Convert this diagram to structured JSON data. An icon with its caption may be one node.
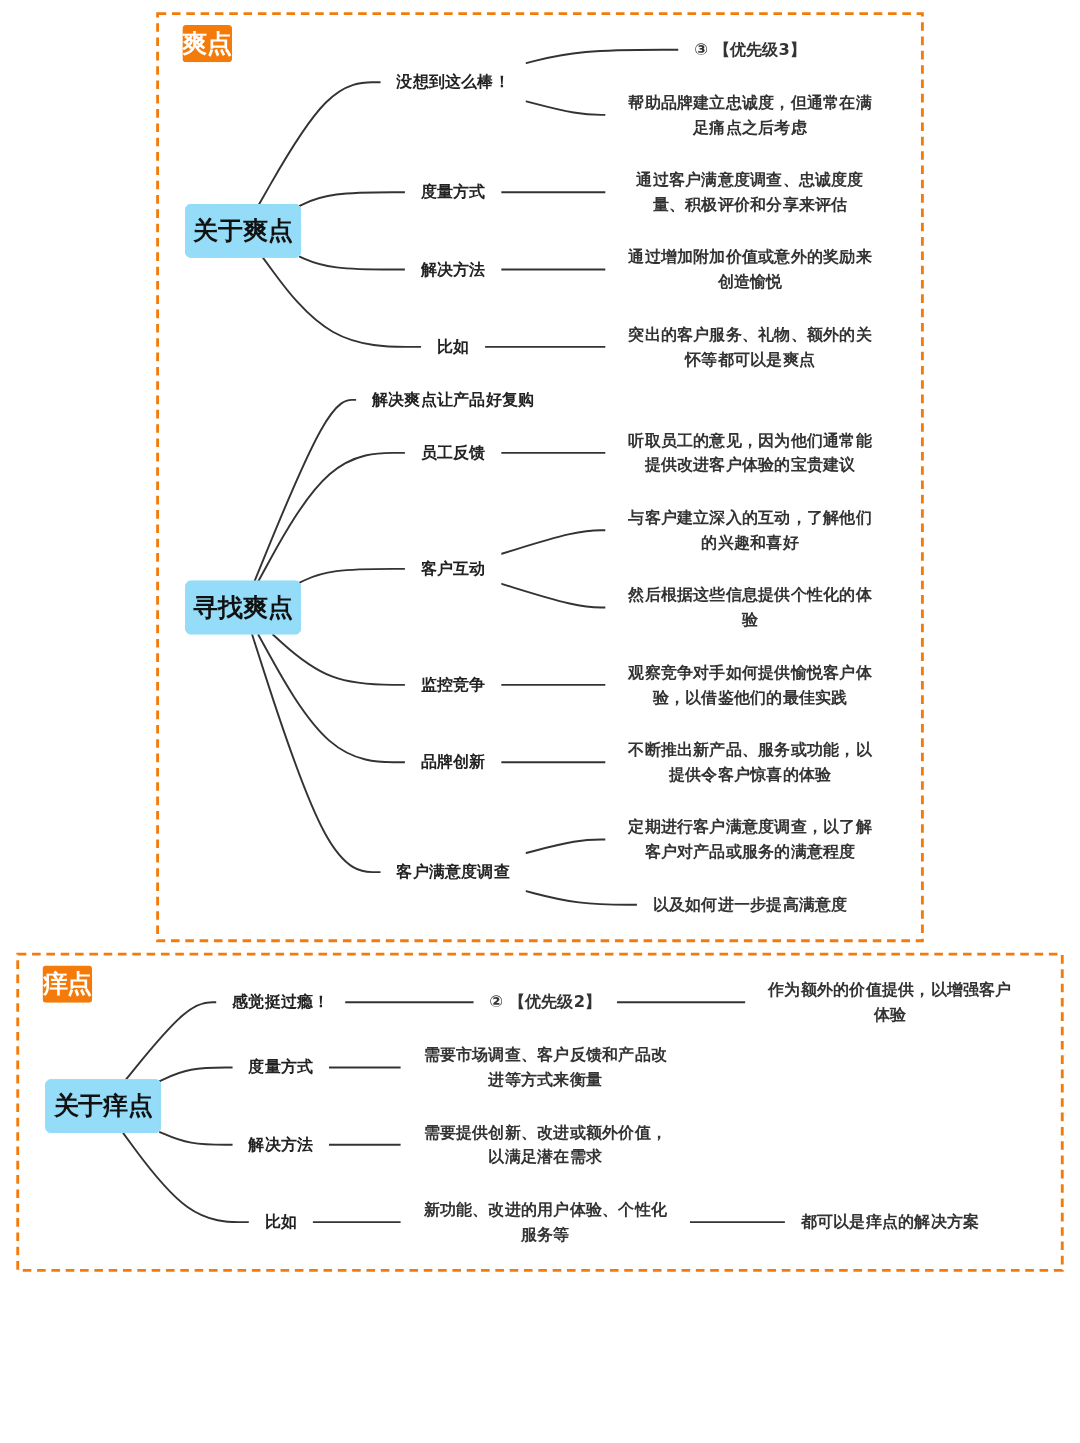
{
  "diagram": {
    "nodes": [
      {
        "text": [
          "爽点"
        ]
      },
      {
        "text": [
          "关于爽点"
        ],
        "in": 0
      },
      {
        "text": [
          "没想到这么棒！"
        ],
        "in": 0
      },
      {
        "text": [
          "③ 【优先级3】"
        ],
        "in": 0
      },
      {
        "text": [
          "帮助品牌建立忠诚度，但通常在满足痛点之后考虑"
        ],
        "in": 0
      },
      {
        "text": [
          "度量方式"
        ],
        "in": 0
      },
      {
        "text": [
          "通过客户满意度调查、忠诚度度量、积极评价和分享来评估"
        ],
        "in": 0
      },
      {
        "text": [
          "解决方法"
        ],
        "in": 0
      },
      {
        "text": [
          "通过增加附加价值或意外的奖励来创造愉悦"
        ],
        "in": 0
      },
      {
        "text": [
          "比如"
        ],
        "in": 0
      },
      {
        "text": [
          "突出的客户服务、礼物、额外的关怀等都可以是爽点"
        ],
        "in": 0
      },
      {
        "text": [
          "寻找爽点"
        ],
        "in": 0
      },
      {
        "text": [
          "解决爽点让产品好复购"
        ],
        "in": 0
      },
      {
        "text": [
          "员工反馈"
        ],
        "in": 0
      },
      {
        "text": [
          "听取员工的意见，因为他们通常能提供改进客户体验的宝贵建议"
        ],
        "in": 0
      },
      {
        "text": [
          "客户互动"
        ],
        "in": 0
      },
      {
        "text": [
          "与客户建立深入的互动，了解他们的兴趣和喜好"
        ],
        "in": 0
      },
      {
        "text": [
          "然后根据这些信息提供个性化的体验"
        ],
        "in": 0
      },
      {
        "text": [
          "监控竞争"
        ],
        "in": 0
      },
      {
        "text": [
          "观察竞争对手如何提供愉悦客户体验，以借鉴他们的最佳实践"
        ],
        "in": 0
      },
      {
        "text": [
          "品牌创新"
        ],
        "in": 0
      },
      {
        "text": [
          "不断推出新产品、服务或功能，以提供令客户惊喜的体验"
        ],
        "in": 0
      },
      {
        "text": [
          "客户满意度调查"
        ],
        "in": 0
      },
      {
        "text": [
          "定期进行客户满意度调查，以了解客户对产品或服务的满意程度"
        ],
        "in": 0
      },
      {
        "text": [
          "以及如何进一步提高满意度"
        ],
        "in": 0
      },
      {
        "text": [
          "痒点"
        ]
      },
      {
        "text": [
          "关于痒点"
        ],
        "in": 25
      },
      {
        "text": [
          "感觉挺过瘾！"
        ],
        "in": 25
      },
      {
        "text": [
          "② 【优先级2】"
        ],
        "in": 25
      },
      {
        "text": [
          "作为额外的价值提供，以增强客户体验"
        ],
        "in": 25
      },
      {
        "text": [
          "度量方式"
        ],
        "in": 25
      },
      {
        "text": [
          "需要市场调查、客户反馈和产品改进等方式来衡量"
        ],
        "in": 25
      },
      {
        "text": [
          "解决方法"
        ],
        "in": 25
      },
      {
        "text": [
          "需要提供创新、改进或额外价值，以满足潜在需求"
        ],
        "in": 25
      },
      {
        "text": [
          "比如"
        ],
        "in": 25
      },
      {
        "text": [
          "新功能、改进的用户体验、个性化服务等"
        ],
        "in": 25
      },
      {
        "text": [
          "都可以是痒点的解决方案"
        ],
        "in": 25
      }
    ],
    "edges": [
      {
        "from": 1,
        "to": 2,
        "arrow": "none"
      },
      {
        "from": 2,
        "to": 3,
        "arrow": "none"
      },
      {
        "from": 2,
        "to": 4,
        "arrow": "none"
      },
      {
        "from": 1,
        "to": 5,
        "arrow": "none"
      },
      {
        "from": 5,
        "to": 6,
        "arrow": "none"
      },
      {
        "from": 1,
        "to": 7,
        "arrow": "none"
      },
      {
        "from": 7,
        "to": 8,
        "arrow": "none"
      },
      {
        "from": 1,
        "to": 9,
        "arrow": "none"
      },
      {
        "from": 9,
        "to": 10,
        "arrow": "none"
      },
      {
        "from": 11,
        "to": 12,
        "arrow": "none"
      },
      {
        "from": 11,
        "to": 13,
        "arrow": "none"
      },
      {
        "from": 13,
        "to": 14,
        "arrow": "none"
      },
      {
        "from": 11,
        "to": 15,
        "arrow": "none"
      },
      {
        "from": 15,
        "to": 16,
        "arrow": "none"
      },
      {
        "from": 15,
        "to": 17,
        "arrow": "none"
      },
      {
        "from": 11,
        "to": 18,
        "arrow": "none"
      },
      {
        "from": 18,
        "to": 19,
        "arrow": "none"
      },
      {
        "from": 11,
        "to": 20,
        "arrow": "none"
      },
      {
        "from": 20,
        "to": 21,
        "arrow": "none"
      },
      {
        "from": 11,
        "to": 22,
        "arrow": "none"
      },
      {
        "from": 22,
        "to": 23,
        "arrow": "none"
      },
      {
        "from": 22,
        "to": 24,
        "arrow": "none"
      },
      {
        "from": 26,
        "to": 27,
        "arrow": "none"
      },
      {
        "from": 27,
        "to": 28,
        "arrow": "none"
      },
      {
        "from": 28,
        "to": 29,
        "arrow": "none"
      },
      {
        "from": 26,
        "to": 30,
        "arrow": "none"
      },
      {
        "from": 30,
        "to": 31,
        "arrow": "none"
      },
      {
        "from": 26,
        "to": 32,
        "arrow": "none"
      },
      {
        "from": 32,
        "to": 33,
        "arrow": "none"
      },
      {
        "from": 26,
        "to": 34,
        "arrow": "none"
      },
      {
        "from": 34,
        "to": 35,
        "arrow": "none"
      },
      {
        "from": 35,
        "to": 36,
        "arrow": "none"
      }
    ]
  }
}
